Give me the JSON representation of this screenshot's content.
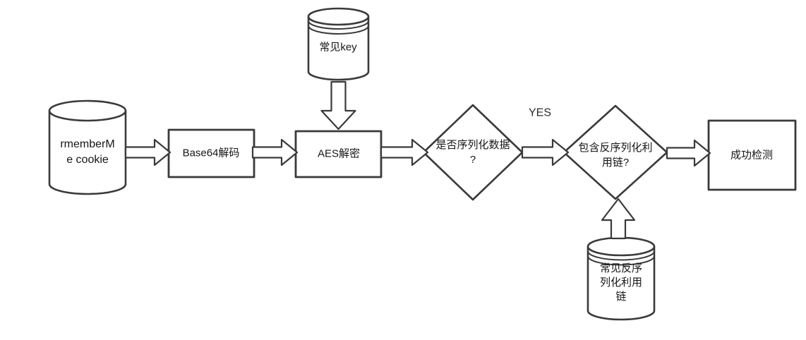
{
  "diagram": {
    "title": "shiro-rememberme-detection-flow",
    "colors": {
      "background": "#ffffff",
      "shape_fill": "#ffffff",
      "shape_stroke": "#3a3a3a",
      "text": "#161616"
    },
    "nodes": {
      "cookie_db": {
        "type": "cylinder",
        "lines": [
          "rmemberM",
          "e cookie"
        ]
      },
      "base64": {
        "type": "process",
        "label": "Base64解码"
      },
      "key_db": {
        "type": "database",
        "label": "常见key"
      },
      "aes": {
        "type": "process",
        "label": "AES解密"
      },
      "serialized_check": {
        "type": "decision",
        "lines": [
          "是否序列化数据",
          "?"
        ]
      },
      "gadget_check": {
        "type": "decision",
        "lines": [
          "包含反序列化利",
          "用链?"
        ]
      },
      "success": {
        "type": "process",
        "label": "成功检测"
      },
      "gadget_db": {
        "type": "database",
        "lines": [
          "常见反序",
          "列化利用",
          "链"
        ]
      }
    },
    "edge_labels": {
      "yes": "YES"
    }
  }
}
